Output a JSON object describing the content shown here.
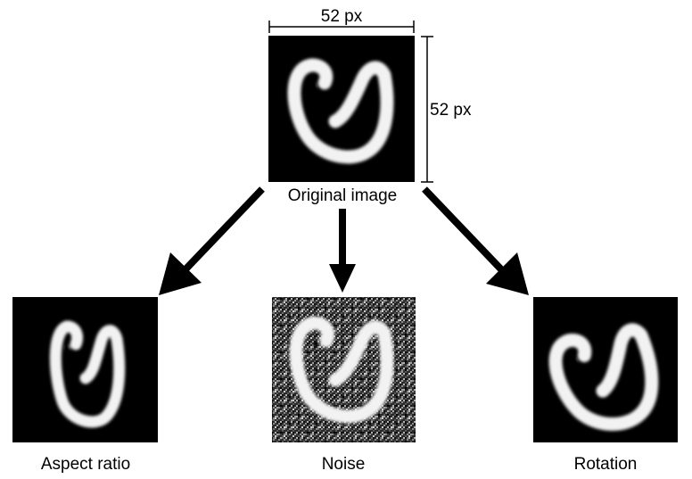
{
  "dimensions": {
    "width_label": "52 px",
    "height_label": "52 px"
  },
  "original": {
    "caption": "Original image"
  },
  "variants": [
    {
      "caption": "Aspect ratio"
    },
    {
      "caption": "Noise"
    },
    {
      "caption": "Rotation"
    }
  ],
  "colors": {
    "background": "#ffffff",
    "image_background": "#000000",
    "glyph": "#f2f2f2",
    "arrow": "#000000"
  }
}
